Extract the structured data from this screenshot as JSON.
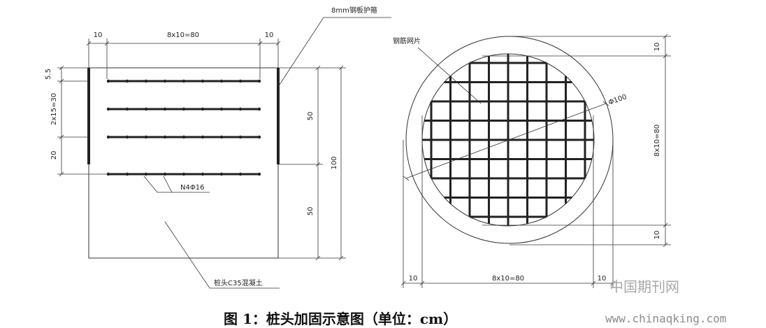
{
  "caption": "图 1：桩头加固示意图（单位：cm）",
  "watermark": {
    "site_name": "中国期刊网",
    "url": "www.chinaqking.com"
  },
  "elevation": {
    "top_dims": {
      "left": "10",
      "middle": "8x10=80",
      "right": "10"
    },
    "left_dims": {
      "top": "5.5",
      "middle": "2x15=30",
      "bottom": "20"
    },
    "right_dims": {
      "upper": "50",
      "lower": "50",
      "total": "100"
    },
    "labels": {
      "steel_plate": "8mm钢板护箍",
      "rebar": "N4Φ16",
      "concrete": "桩头C35混凝土"
    }
  },
  "plan": {
    "labels": {
      "mesh": "钢筋网片",
      "diameter": "Φ100"
    },
    "right_dims": {
      "top": "10",
      "middle": "8x10=80",
      "bottom": "10"
    },
    "bottom_dims": {
      "left": "10",
      "middle": "8x10=80",
      "right": "10"
    }
  }
}
